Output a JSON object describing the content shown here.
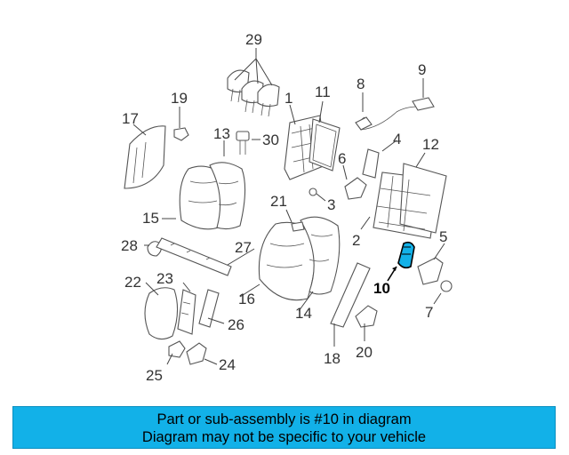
{
  "diagram": {
    "part_numbers": [
      "1",
      "2",
      "3",
      "4",
      "5",
      "6",
      "7",
      "8",
      "9",
      "10",
      "11",
      "12",
      "13",
      "14",
      "15",
      "16",
      "17",
      "18",
      "19",
      "20",
      "21",
      "22",
      "23",
      "24",
      "25",
      "26",
      "27",
      "28",
      "29",
      "30"
    ],
    "highlighted_part": "10",
    "highlight_color": "#12b1e8"
  },
  "banner": {
    "line1": "Part or sub-assembly is #10 in diagram",
    "line2": "Diagram may not be specific to your vehicle",
    "background": "#12b1e8"
  }
}
